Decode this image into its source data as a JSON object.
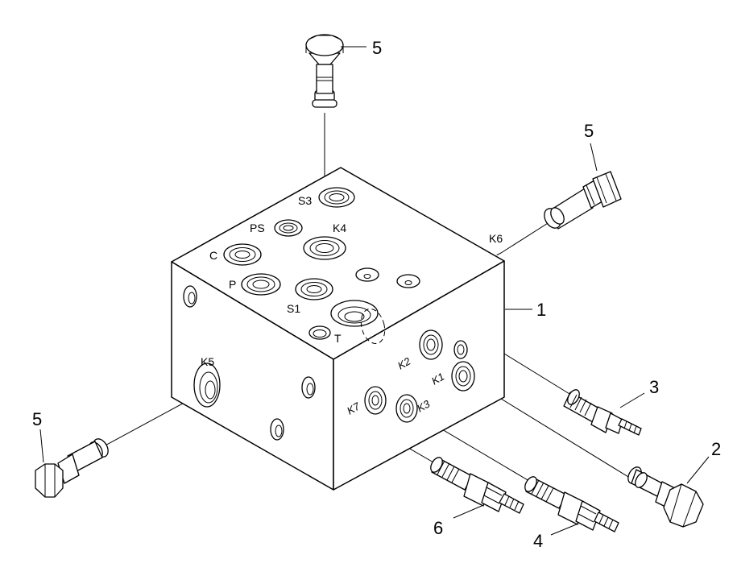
{
  "ports": {
    "s3": "S3",
    "ps": "PS",
    "k4": "K4",
    "c": "C",
    "p": "P",
    "s1": "S1",
    "t": "T",
    "k6": "K6",
    "k5": "K5",
    "k2": "K2",
    "k1": "K1",
    "k7": "K7",
    "k3": "K3"
  },
  "callouts": {
    "block": "1",
    "plug_right": "2",
    "valve_upper": "3",
    "valve_lower": "4",
    "plug_top": "5",
    "plug_upper_right": "5",
    "plug_left": "5",
    "valve_left": "6"
  }
}
